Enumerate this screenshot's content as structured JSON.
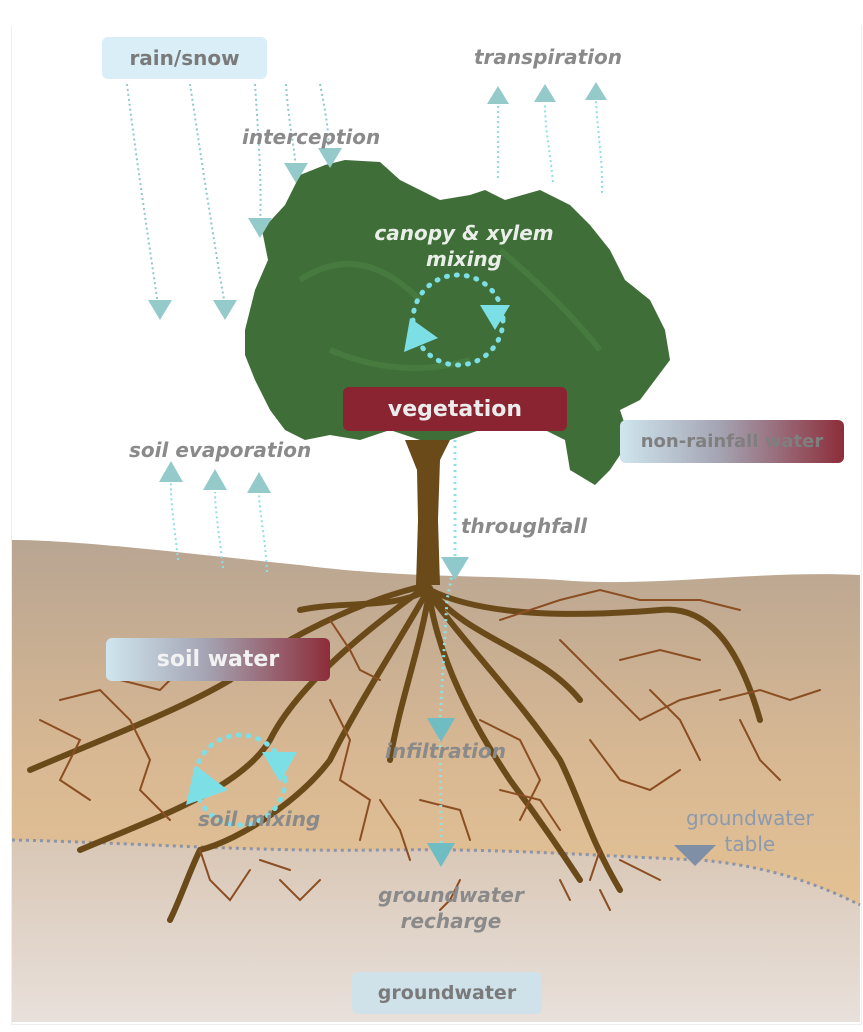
{
  "diagram": {
    "title": "Water sources and mixing through vegetation, soil and groundwater",
    "pools": {
      "rain_snow": "rain/snow",
      "vegetation": "vegetation",
      "non_rainfall_water": "non-rainfall water",
      "soil_water": "soil water",
      "groundwater": "groundwater"
    },
    "fluxes": {
      "transpiration": "transpiration",
      "interception": "interception",
      "canopy_mixing_line1": "canopy & xylem",
      "canopy_mixing_line2": "mixing",
      "soil_evaporation": "soil evaporation",
      "throughfall": "throughfall",
      "infiltration": "infiltration",
      "soil_mixing": "soil mixing",
      "groundwater_recharge_line1": "groundwater",
      "groundwater_recharge_line2": "recharge",
      "groundwater_table_line1": "groundwater",
      "groundwater_table_line2": "table"
    },
    "icons": {
      "flux_arrow": "dotted-arrow-icon",
      "mixing_cycle": "circular-arrows-icon",
      "water_table_marker": "inverted-triangle-icon"
    },
    "colors": {
      "canopy": "#3f6e38",
      "trunk": "#6b4a1a",
      "roots_fine": "#8b4e22",
      "soil_top": "#b8a592",
      "soil_mid": "#e6c89a",
      "groundwater_zone": "#ddd2c8",
      "flux_arrow": "#8fc9cc",
      "mixing_arrow": "#7ddfe6",
      "vegetation_label": "#8a2430",
      "blue_label": "#d9eef7",
      "label_text": "#8a8a8a",
      "table_marker": "#7f8fa6"
    }
  }
}
